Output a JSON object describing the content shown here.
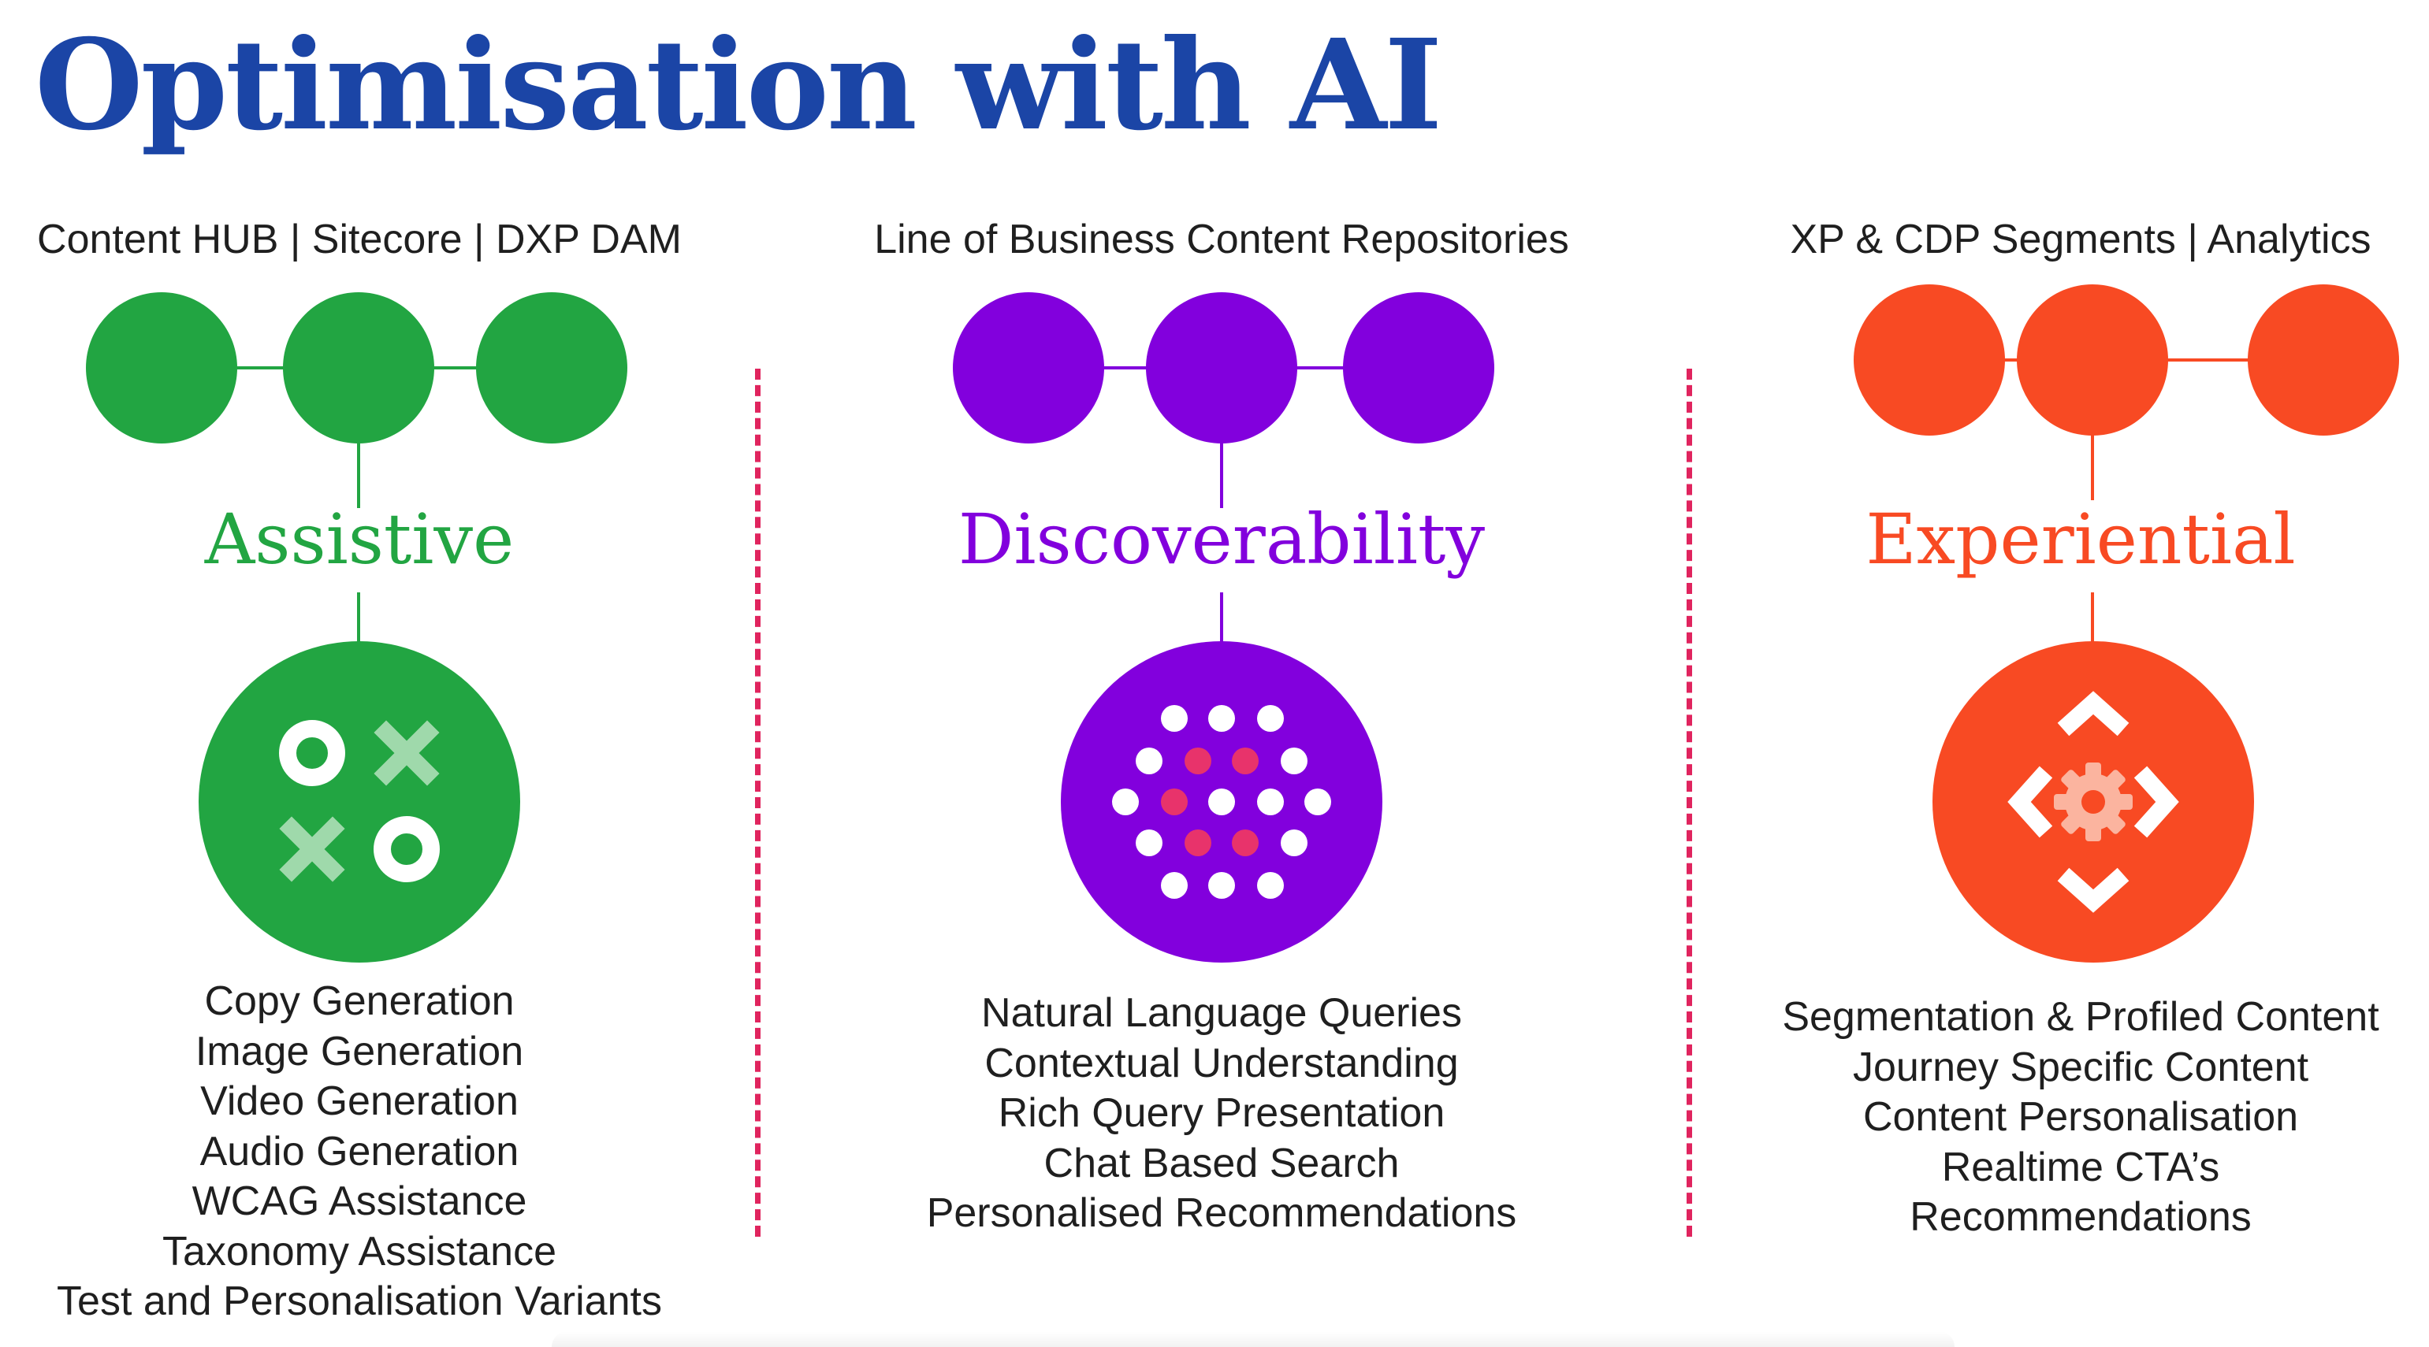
{
  "title": "Optimisation with AI",
  "colors": {
    "title": "#1b45a6",
    "divider": "#e0245e",
    "green": "#22a542",
    "green_light": "#9fd9ab",
    "purple": "#8200dd",
    "pink": "#e8336b",
    "orange": "#f84a23",
    "orange_light": "#fbb49f"
  },
  "columns": [
    {
      "source": "Content HUB | Sitecore | DXP DAM",
      "category": "Assistive",
      "color": "#22a542",
      "icon": "tic-tac-toe-icon",
      "features": [
        "Copy Generation",
        "Image Generation",
        "Video Generation",
        "Audio Generation",
        "WCAG Assistance",
        "Taxonomy Assistance",
        "Test and Personalisation Variants"
      ]
    },
    {
      "source": "Line of Business Content Repositories",
      "category": "Discoverability",
      "color": "#8200dd",
      "icon": "dot-grid-icon",
      "features": [
        "Natural Language Queries",
        "Contextual Understanding",
        "Rich Query Presentation",
        "Chat Based Search",
        "Personalised Recommendations"
      ]
    },
    {
      "source": "XP & CDP Segments | Analytics",
      "category": "Experiential",
      "color": "#f84a23",
      "icon": "gear-arrows-icon",
      "features": [
        "Segmentation & Profiled Content",
        "Journey Specific Content",
        "Content Personalisation",
        "Realtime CTA’s",
        "Recommendations"
      ]
    }
  ]
}
